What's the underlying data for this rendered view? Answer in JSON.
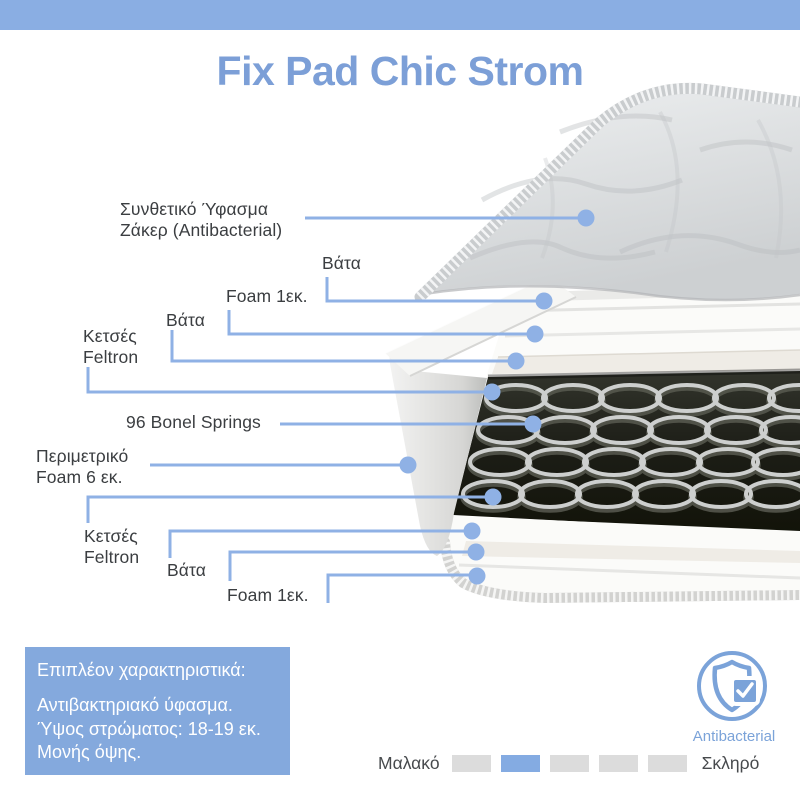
{
  "page": {
    "title": "Fix Pad Chic Strom"
  },
  "diagram": {
    "labels": [
      {
        "text": "Συνθετικό Ύφασμα\nΖάκερ (Antibacterial)"
      },
      {
        "text": "Βάτα"
      },
      {
        "text": "Foam 1εκ."
      },
      {
        "text": "Βάτα"
      },
      {
        "text": "Κετσές\nFeltron"
      },
      {
        "text": "96 Bonel Springs"
      },
      {
        "text": "Περιμετρικό\nFoam 6 εκ."
      },
      {
        "text": "Κετσές\nFeltron"
      },
      {
        "text": "Βάτα"
      },
      {
        "text": "Foam 1εκ."
      }
    ]
  },
  "extra": {
    "title": "Επιπλέον χαρακτηριστικά:",
    "lines": [
      "Αντιβακτηριακό ύφασμα.",
      "Ύψος στρώματος: 18-19 εκ.",
      "Μονής όψης."
    ]
  },
  "badge": {
    "label": "Antibacterial",
    "icon": "shield-check-icon"
  },
  "firmness": {
    "soft_label": "Μαλακό",
    "hard_label": "Σκληρό",
    "levels": 5,
    "active_level": 2
  },
  "colors": {
    "accent_bar": "#8aaee3",
    "title": "#7c9fd7",
    "leader_line": "#8fb1e5",
    "panel": "#84a9dd",
    "badge_blue": "#7ba3d9",
    "segment_inactive": "#dcdcdc",
    "segment_active": "#84abe2",
    "label_text": "#3b3e41"
  }
}
